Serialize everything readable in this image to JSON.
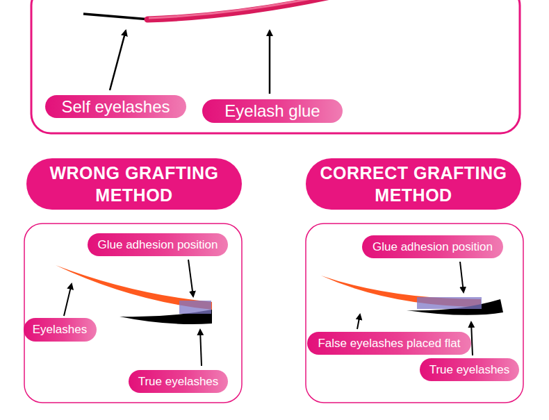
{
  "diagram": {
    "nodes": [
      {
        "text": [
          "Self eyelashes"
        ]
      },
      {
        "text": [
          "Eyelash glue"
        ]
      },
      {
        "text": [
          "WRONG GRAFTING METHOD"
        ]
      },
      {
        "text": [
          "CORRECT GRAFTING METHOD"
        ]
      },
      {
        "text": [
          "Glue adhesion position"
        ]
      },
      {
        "text": [
          "Eyelashes"
        ]
      },
      {
        "text": [
          "True eyelashes"
        ]
      },
      {
        "text": [
          "Glue adhesion position"
        ]
      },
      {
        "text": [
          "False eyelashes placed flat"
        ]
      },
      {
        "text": [
          "True eyelashes"
        ]
      }
    ]
  }
}
